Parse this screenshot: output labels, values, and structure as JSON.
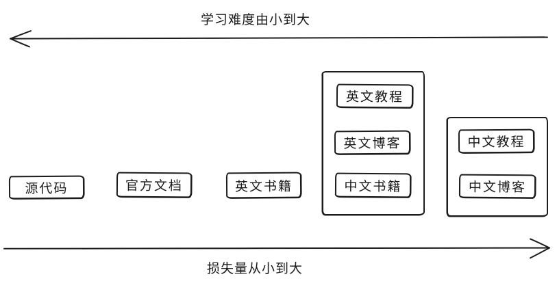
{
  "colors": {
    "ink": "#1c1c1c",
    "background": "#ffffff"
  },
  "axes": {
    "difficulty": {
      "label": "学习难度由小到大",
      "direction": "left"
    },
    "loss": {
      "label": "损失量从小到大",
      "direction": "right"
    }
  },
  "nodes": [
    {
      "label": "源代码"
    },
    {
      "label": "官方文档"
    },
    {
      "label": "英文书籍"
    }
  ],
  "groups": [
    {
      "items": [
        {
          "label": "英文教程"
        },
        {
          "label": "英文博客"
        },
        {
          "label": "中文书籍"
        }
      ]
    },
    {
      "items": [
        {
          "label": "中文教程"
        },
        {
          "label": "中文博客"
        }
      ]
    }
  ]
}
